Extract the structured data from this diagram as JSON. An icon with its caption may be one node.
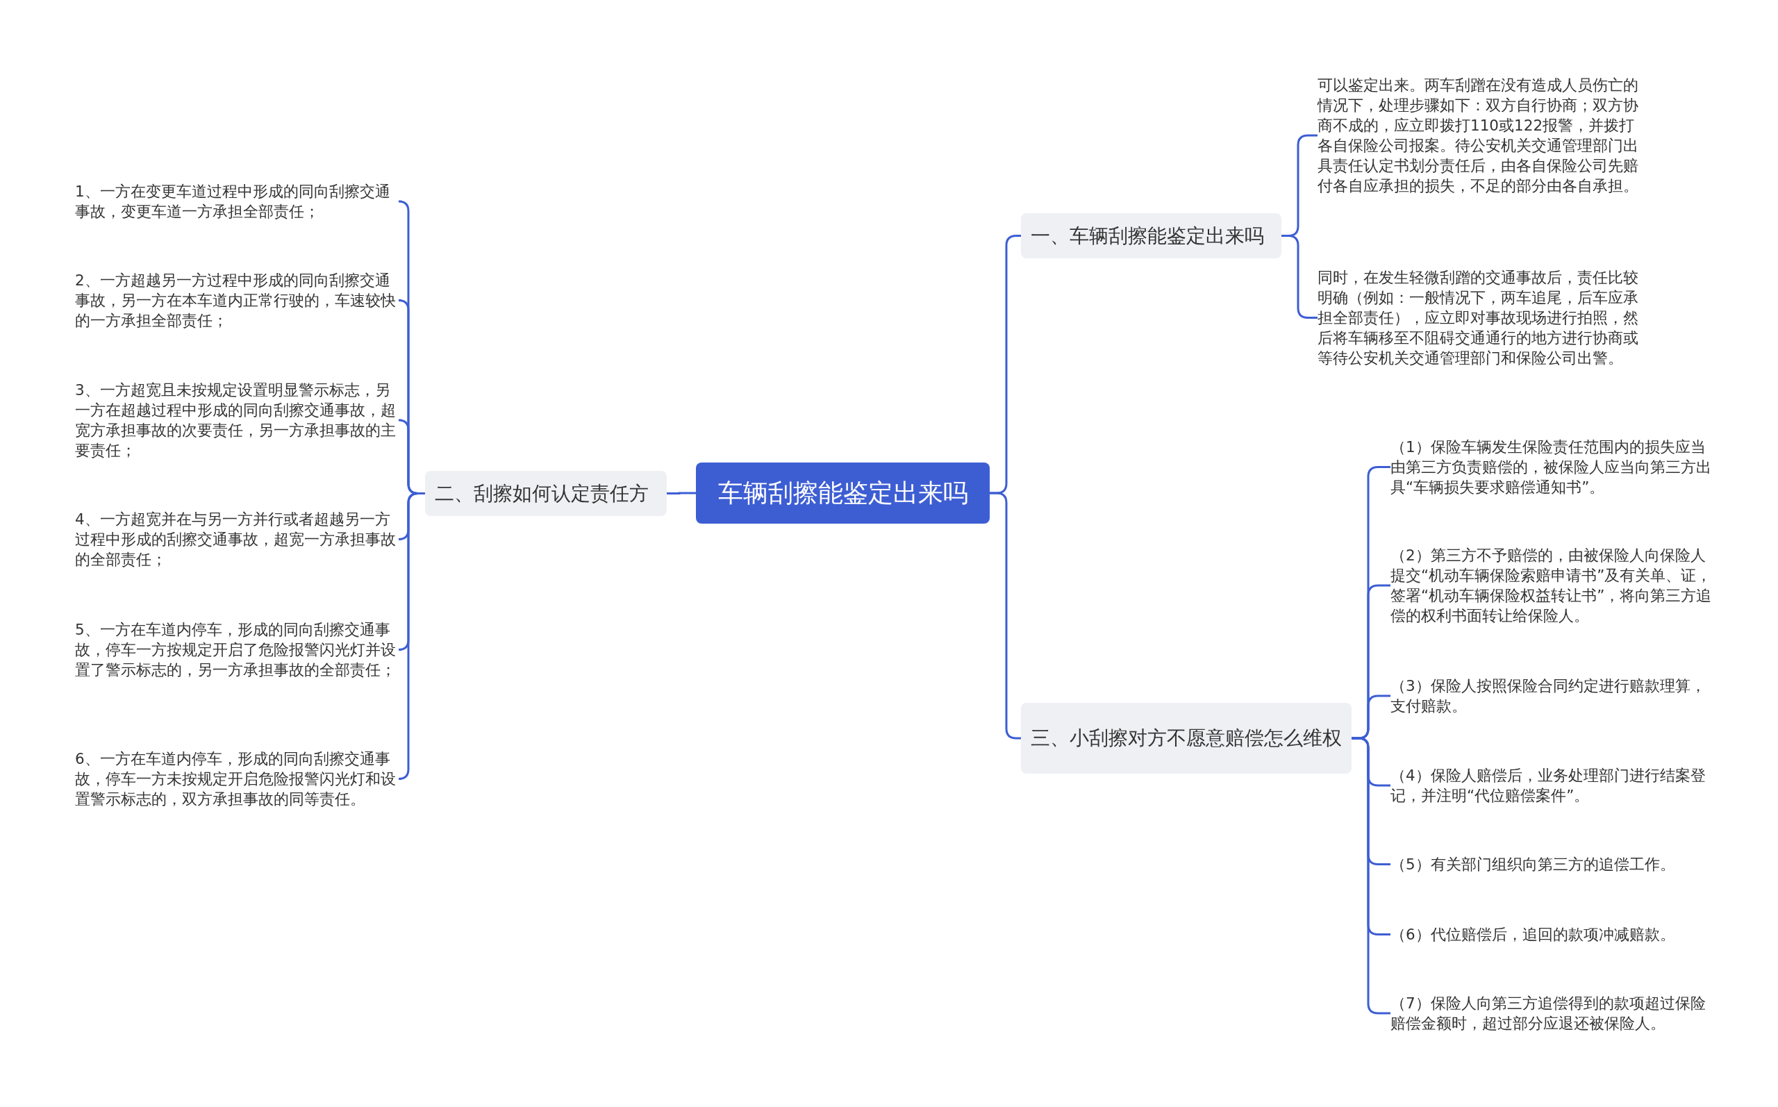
{
  "diagram": {
    "nodes": [
      {
        "text": [
          "车辆刮擦能鉴定出来吗"
        ]
      },
      {
        "text": [
          "一、车辆刮擦能鉴定出来吗"
        ]
      },
      {
        "text": [
          "可以鉴定出来。两车刮蹭在没有造成人员伤亡的情况下，处理步骤如下：双方自行协商；双方协商不成的，应立即拨打110或122报警，并拨打各自保险公司报案。待公安机关交通管理部门出具责任认定书划分责任后，由各自保险公司先赔付各自应承担的损失，不足的部分由各自承担。"
        ]
      },
      {
        "text": [
          "同时，在发生轻微刮蹭的交通事故后，责任比较明确（例如：一般情况下，两车追尾，后车应承担全部责任），应立即对事故现场进行拍照，然后将车辆移至不阻碍交通通行的地方进行协商或等待公安机关交通管理部门和保险公司出警。"
        ]
      },
      {
        "text": [
          "二、刮擦如何认定责任方"
        ]
      },
      {
        "text": [
          "1、一方在变更车道过程中形成的同向刮擦交通事故，变更车道一方承担全部责任；"
        ]
      },
      {
        "text": [
          "2、一方超越另一方过程中形成的同向刮擦交通事故，另一方在本车道内正常行驶的，车速较快的一方承担全部责任；"
        ]
      },
      {
        "text": [
          "3、一方超宽且未按规定设置明显警示标志，另一方在超越过程中形成的同向刮擦交通事故，超宽方承担事故的次要责任，另一方承担事故的主要责任；"
        ]
      },
      {
        "text": [
          "4、一方超宽并在与另一方并行或者超越另一方过程中形成的刮擦交通事故，超宽一方承担事故的全部责任；"
        ]
      },
      {
        "text": [
          "5、一方在车道内停车，形成的同向刮擦交通事故，停车一方按规定开启了危险报警闪光灯并设置了警示标志的，另一方承担事故的全部责任；"
        ]
      },
      {
        "text": [
          "6、一方在车道内停车，形成的同向刮擦交通事故，停车一方未按规定开启危险报警闪光灯和设置警示标志的，双方承担事故的同等责任。"
        ]
      },
      {
        "text": [
          "三、小刮擦对方不愿意赔偿怎么维权"
        ]
      },
      {
        "text": [
          "（1）保险车辆发生保险责任范围内的损失应当由第三方负责赔偿的，被保险人应当向第三方出具“车辆损失要求赔偿通知书”。"
        ]
      },
      {
        "text": [
          "（2）第三方不予赔偿的，由被保险人向保险人提交“机动车辆保险索赔申请书”及有关单、证，签署“机动车辆保险权益转让书”，将向第三方追偿的权利书面转让给保险人。"
        ]
      },
      {
        "text": [
          "（3）保险人按照保险合同约定进行赔款理算，支付赔款。"
        ]
      },
      {
        "text": [
          "（4）保险人赔偿后，业务处理部门进行结案登记，并注明“代位赔偿案件”。"
        ]
      },
      {
        "text": [
          "（5）有关部门组织向第三方的追偿工作。"
        ]
      },
      {
        "text": [
          "（6）代位赔偿后，追回的款项冲减赔款。"
        ]
      },
      {
        "text": [
          "（7）保险人向第三方追偿得到的款项超过保险赔偿金额时，超过部分应退还被保险人。"
        ]
      }
    ],
    "edges": [
      {
        "from": 0,
        "to": 1,
        "arrow": "none"
      },
      {
        "from": 1,
        "to": 2,
        "arrow": "none"
      },
      {
        "from": 1,
        "to": 3,
        "arrow": "none"
      },
      {
        "from": 0,
        "to": 4,
        "arrow": "none"
      },
      {
        "from": 4,
        "to": 5,
        "arrow": "none"
      },
      {
        "from": 4,
        "to": 6,
        "arrow": "none"
      },
      {
        "from": 4,
        "to": 7,
        "arrow": "none"
      },
      {
        "from": 4,
        "to": 8,
        "arrow": "none"
      },
      {
        "from": 4,
        "to": 9,
        "arrow": "none"
      },
      {
        "from": 4,
        "to": 10,
        "arrow": "none"
      },
      {
        "from": 0,
        "to": 11,
        "arrow": "none"
      },
      {
        "from": 11,
        "to": 12,
        "arrow": "none"
      },
      {
        "from": 11,
        "to": 13,
        "arrow": "none"
      },
      {
        "from": 11,
        "to": 14,
        "arrow": "none"
      },
      {
        "from": 11,
        "to": 15,
        "arrow": "none"
      },
      {
        "from": 11,
        "to": 16,
        "arrow": "none"
      },
      {
        "from": 11,
        "to": 17,
        "arrow": "none"
      },
      {
        "from": 11,
        "to": 18,
        "arrow": "none"
      }
    ]
  }
}
